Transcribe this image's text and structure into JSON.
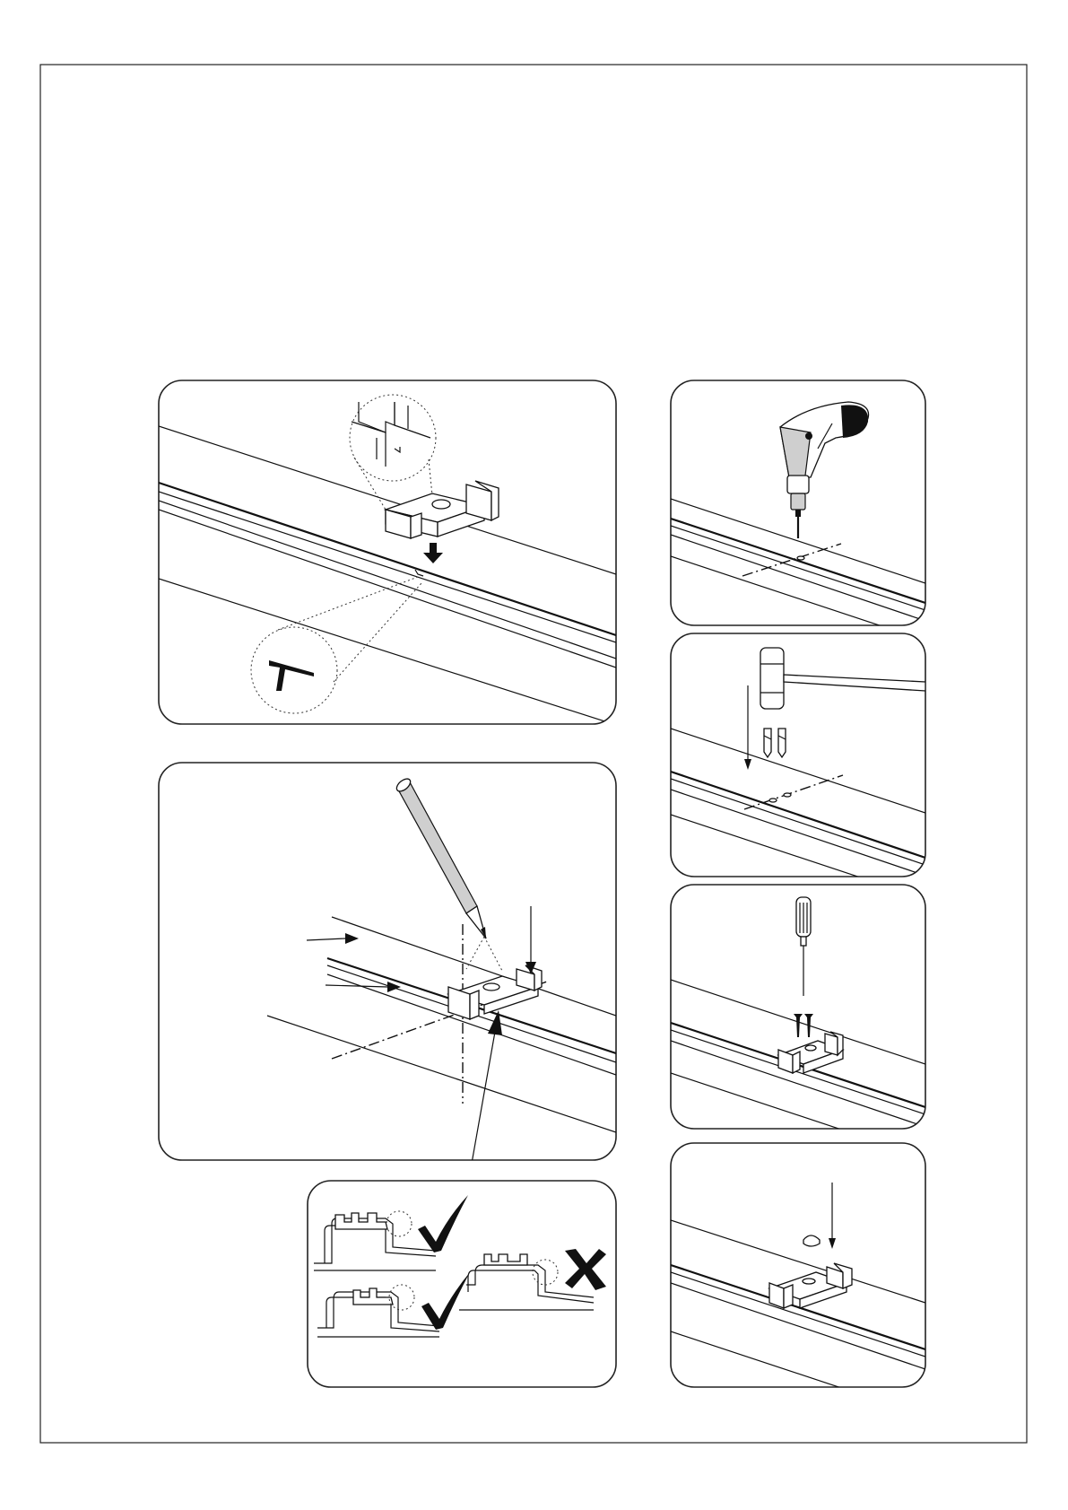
{
  "document": {
    "type": "installation-instructions-page",
    "panels": [
      {
        "step": "clip-into-rail",
        "icons": [
          "mounting-clip",
          "detail-magnifier-notch",
          "detail-magnifier-t-profile",
          "down-arrow"
        ]
      },
      {
        "step": "mark-drill-points",
        "icons": [
          "pencil",
          "mounting-clip",
          "center-line",
          "pointer-arrows"
        ]
      },
      {
        "step": "clip-position-check",
        "icons": [
          "check-mark",
          "check-mark",
          "cross-mark"
        ]
      },
      {
        "step": "drill-holes",
        "icons": [
          "cordless-drill"
        ]
      },
      {
        "step": "insert-wall-plugs",
        "icons": [
          "hammer",
          "wall-plugs"
        ]
      },
      {
        "step": "screw-clip",
        "icons": [
          "screwdriver",
          "screws",
          "mounting-clip"
        ]
      },
      {
        "step": "fit-cover-cap",
        "icons": [
          "cover-cap",
          "mounting-clip",
          "down-arrow"
        ]
      }
    ],
    "colors": {
      "line": "#111111",
      "panel_border": "#222222",
      "shade": "#cfcfcf",
      "background": "#ffffff"
    }
  }
}
